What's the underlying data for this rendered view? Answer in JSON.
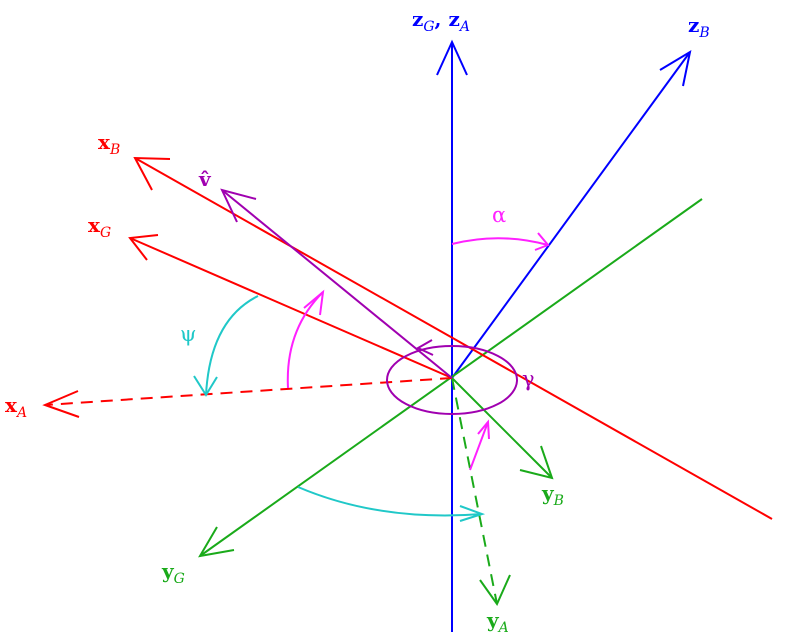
{
  "colors": {
    "red": "#ff0000",
    "blue": "#0000ff",
    "green": "#1aaa1a",
    "purple": "#a000b0",
    "magenta": "#ff20ff",
    "cyan": "#20c8c8"
  },
  "labels": {
    "zGzA": {
      "z1": "z",
      "sub1": "G",
      "sep": ", ",
      "z2": "z",
      "sub2": "A"
    },
    "zB": {
      "main": "z",
      "sub": "B"
    },
    "xB": {
      "main": "x",
      "sub": "B"
    },
    "xG": {
      "main": "x",
      "sub": "G"
    },
    "xA": {
      "main": "x",
      "sub": "A"
    },
    "yB": {
      "main": "y",
      "sub": "B"
    },
    "yG": {
      "main": "y",
      "sub": "G"
    },
    "yA": {
      "main": "y",
      "sub": "A"
    },
    "v": "v̂"
  },
  "angles": {
    "alpha": "α",
    "psi": "ψ",
    "gamma": "γ"
  }
}
